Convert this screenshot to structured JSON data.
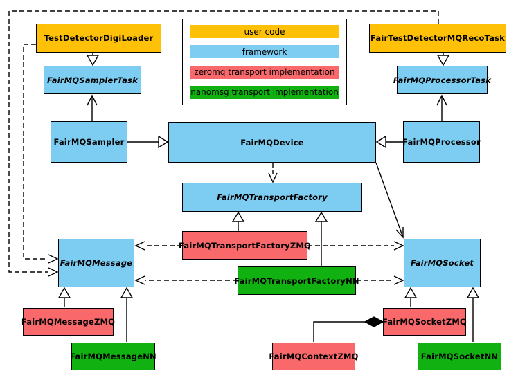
{
  "diagram": {
    "background_color": "#ffffff",
    "legend": {
      "items": [
        {
          "id": "user-code",
          "label": "user code",
          "color": "#FFC107"
        },
        {
          "id": "framework",
          "label": "framework",
          "color": "#7CCDF1"
        },
        {
          "id": "zeromq",
          "label": "zeromq transport implementation",
          "color": "#F9696C"
        },
        {
          "id": "nanomsg",
          "label": "nanomsg transport implementation",
          "color": "#10B110"
        }
      ]
    },
    "nodes": {
      "testDetectorDigiLoader": {
        "label": "TestDetectorDigiLoader",
        "category": "user code",
        "abstract": false
      },
      "fairTestDetectorMQRecoTask": {
        "label": "FairTestDetectorMQRecoTask",
        "category": "user code",
        "abstract": false
      },
      "fairMQSamplerTask": {
        "label": "FairMQSamplerTask",
        "category": "framework",
        "abstract": true
      },
      "fairMQProcessorTask": {
        "label": "FairMQProcessorTask",
        "category": "framework",
        "abstract": true
      },
      "fairMQSampler": {
        "label": "FairMQSampler",
        "category": "framework",
        "abstract": false
      },
      "fairMQDevice": {
        "label": "FairMQDevice",
        "category": "framework",
        "abstract": false
      },
      "fairMQProcessor": {
        "label": "FairMQProcessor",
        "category": "framework",
        "abstract": false
      },
      "fairMQTransportFactory": {
        "label": "FairMQTransportFactory",
        "category": "framework",
        "abstract": true
      },
      "fairMQTransportFactoryZMQ": {
        "label": "FairMQTransportFactoryZMQ",
        "category": "zeromq",
        "abstract": false
      },
      "fairMQTransportFactoryNN": {
        "label": "FairMQTransportFactoryNN",
        "category": "nanomsg",
        "abstract": false
      },
      "fairMQMessage": {
        "label": "FairMQMessage",
        "category": "framework",
        "abstract": true
      },
      "fairMQSocket": {
        "label": "FairMQSocket",
        "category": "framework",
        "abstract": true
      },
      "fairMQMessageZMQ": {
        "label": "FairMQMessageZMQ",
        "category": "zeromq",
        "abstract": false
      },
      "fairMQMessageNN": {
        "label": "FairMQMessageNN",
        "category": "nanomsg",
        "abstract": false
      },
      "fairMQContextZMQ": {
        "label": "FairMQContextZMQ",
        "category": "zeromq",
        "abstract": false
      },
      "fairMQSocketZMQ": {
        "label": "FairMQSocketZMQ",
        "category": "zeromq",
        "abstract": false
      },
      "fairMQSocketNN": {
        "label": "FairMQSocketNN",
        "category": "nanomsg",
        "abstract": false
      }
    },
    "edges": [
      {
        "from": "TestDetectorDigiLoader",
        "to": "FairMQSamplerTask",
        "kind": "inheritance"
      },
      {
        "from": "FairTestDetectorMQRecoTask",
        "to": "FairMQProcessorTask",
        "kind": "inheritance"
      },
      {
        "from": "FairMQSampler",
        "to": "FairMQSamplerTask",
        "kind": "association"
      },
      {
        "from": "FairMQProcessor",
        "to": "FairMQProcessorTask",
        "kind": "association"
      },
      {
        "from": "FairMQSampler",
        "to": "FairMQDevice",
        "kind": "inheritance"
      },
      {
        "from": "FairMQProcessor",
        "to": "FairMQDevice",
        "kind": "inheritance"
      },
      {
        "from": "FairMQDevice",
        "to": "FairMQTransportFactory",
        "kind": "dependency"
      },
      {
        "from": "FairMQDevice",
        "to": "FairMQSocket",
        "kind": "association"
      },
      {
        "from": "FairMQTransportFactoryZMQ",
        "to": "FairMQTransportFactory",
        "kind": "inheritance"
      },
      {
        "from": "FairMQTransportFactoryNN",
        "to": "FairMQTransportFactory",
        "kind": "inheritance"
      },
      {
        "from": "FairMQTransportFactoryZMQ",
        "to": "FairMQMessage",
        "kind": "dependency"
      },
      {
        "from": "FairMQTransportFactoryZMQ",
        "to": "FairMQSocket",
        "kind": "dependency"
      },
      {
        "from": "FairMQTransportFactoryNN",
        "to": "FairMQMessage",
        "kind": "dependency"
      },
      {
        "from": "FairMQTransportFactoryNN",
        "to": "FairMQSocket",
        "kind": "dependency"
      },
      {
        "from": "TestDetectorDigiLoader",
        "to": "FairMQMessage",
        "kind": "dependency"
      },
      {
        "from": "FairTestDetectorMQRecoTask",
        "to": "FairMQMessage",
        "kind": "dependency"
      },
      {
        "from": "FairMQMessageZMQ",
        "to": "FairMQMessage",
        "kind": "inheritance"
      },
      {
        "from": "FairMQMessageNN",
        "to": "FairMQMessage",
        "kind": "inheritance"
      },
      {
        "from": "FairMQSocketZMQ",
        "to": "FairMQSocket",
        "kind": "inheritance"
      },
      {
        "from": "FairMQSocketNN",
        "to": "FairMQSocket",
        "kind": "inheritance"
      },
      {
        "from": "FairMQSocketZMQ",
        "to": "FairMQContextZMQ",
        "kind": "composition"
      }
    ]
  }
}
